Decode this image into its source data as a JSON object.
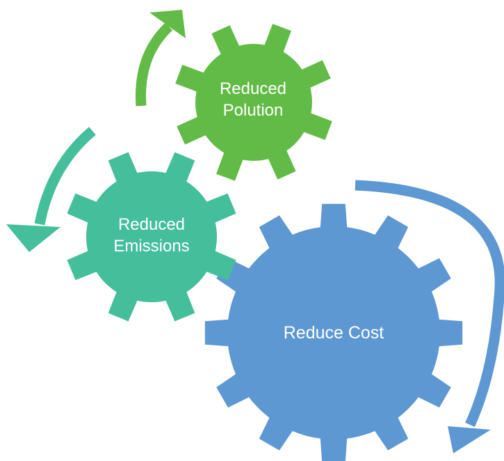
{
  "colors": {
    "pollution_green": "#63BB47",
    "emissions_teal": "#45BE9C",
    "cost_blue": "#5E98D2",
    "label_text": "#FFFFFF",
    "background": "#FFFFFF"
  },
  "gears": [
    {
      "id": "pollution",
      "lines": [
        "Reduced",
        "Polution"
      ],
      "teeth": 8,
      "color_key": "pollution_green"
    },
    {
      "id": "emissions",
      "lines": [
        "Reduced",
        "Emissions"
      ],
      "teeth": 8,
      "color_key": "emissions_teal"
    },
    {
      "id": "cost",
      "lines": [
        "Reduce Cost"
      ],
      "teeth": 12,
      "color_key": "cost_blue"
    }
  ],
  "arrows": [
    {
      "id": "pollution",
      "icon": "curved-arrow-up-icon",
      "color_key": "pollution_green"
    },
    {
      "id": "emissions",
      "icon": "curved-arrow-down-left-icon",
      "color_key": "emissions_teal"
    },
    {
      "id": "cost",
      "icon": "curved-arrow-down-icon",
      "color_key": "cost_blue"
    }
  ]
}
